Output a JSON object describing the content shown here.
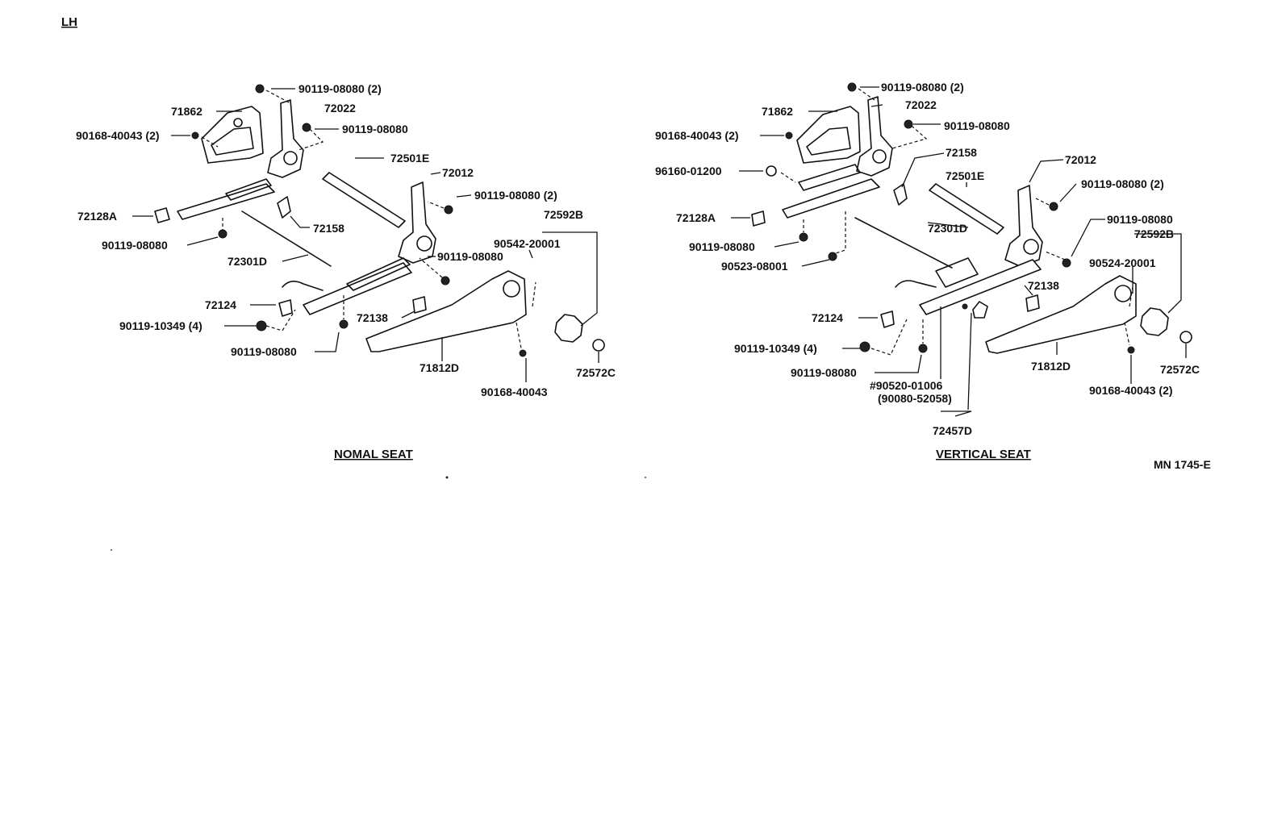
{
  "header": {
    "side": "LH"
  },
  "diagram_id": "MN 1745-E",
  "normal_seat": {
    "caption": "NOMAL SEAT",
    "labels": {
      "bolt_top": "90119-08080 (2)",
      "cover": "71862",
      "hinge_upper": "72022",
      "bolt_hinge": "90119-08080",
      "screw_cover": "90168-40043 (2)",
      "rod": "72501E",
      "hinge_lower": "72012",
      "bolt_hinge2": "90119-08080 (2)",
      "clip_a": "72128A",
      "bolt_rail": "90119-08080",
      "bracket": "72158",
      "cable": "72301D",
      "bolt_mid": "90119-08080",
      "clip_b": "72124",
      "bolt_four": "90119-10349 (4)",
      "bolt_low": "90119-08080",
      "spacer": "72138",
      "shield": "71812D",
      "washer": "90542-20001",
      "knob_set": "72592B",
      "screw_shield": "90168-40043",
      "knob_cap": "72572C"
    }
  },
  "vertical_seat": {
    "caption": "VERTICAL SEAT",
    "labels": {
      "bolt_top": "90119-08080 (2)",
      "cover": "71862",
      "hinge_upper": "72022",
      "bolt_hinge": "90119-08080",
      "screw_cover": "90168-40043 (2)",
      "bracket": "72158",
      "nut": "96160-01200",
      "hinge_lower": "72012",
      "rod": "72501E",
      "bolt_hinge2": "90119-08080 (2)",
      "clip_a": "72128A",
      "cable": "72301D",
      "bolt_rail": "90119-08080",
      "bolt_right": "90119-08080",
      "knob_set": "72592B",
      "bolt_d": "90523-08001",
      "washer": "90524-20001",
      "spacer": "72138",
      "clip_b": "72124",
      "bolt_four": "90119-10349 (4)",
      "bolt_low": "90119-08080",
      "pin_a": "#90520-01006",
      "pin_b": "(90080-52058)",
      "lever_set": "72457D",
      "shield": "71812D",
      "knob_cap": "72572C",
      "screw_shield": "90168-40043 (2)"
    }
  }
}
